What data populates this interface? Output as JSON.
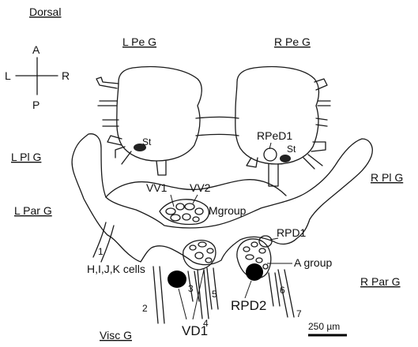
{
  "orientation": {
    "title": "Dorsal",
    "anterior": "A",
    "posterior": "P",
    "left": "L",
    "right": "R"
  },
  "ganglia": {
    "left_pedal": "L Pe G",
    "right_pedal": "R Pe G",
    "left_pleural": "L Pl G",
    "right_pleural": "R Pl G",
    "left_parietal": "L Par G",
    "right_parietal": "R Par G",
    "visceral": "Visc G"
  },
  "neurons": {
    "statocyst_left": "St",
    "statocyst_right": "St",
    "rped1": "RPeD1",
    "vv1": "VV1",
    "vv2": "VV2",
    "m_group": "Mgroup",
    "rpd1": "RPD1",
    "a_group": "A group",
    "hijk": "H,I,J,K cells",
    "rpd2": "RPD2",
    "vd1": "VD1"
  },
  "nerves": [
    "1",
    "2",
    "3",
    "4",
    "5",
    "6",
    "7"
  ],
  "scale_bar": {
    "label": "250 µm"
  }
}
